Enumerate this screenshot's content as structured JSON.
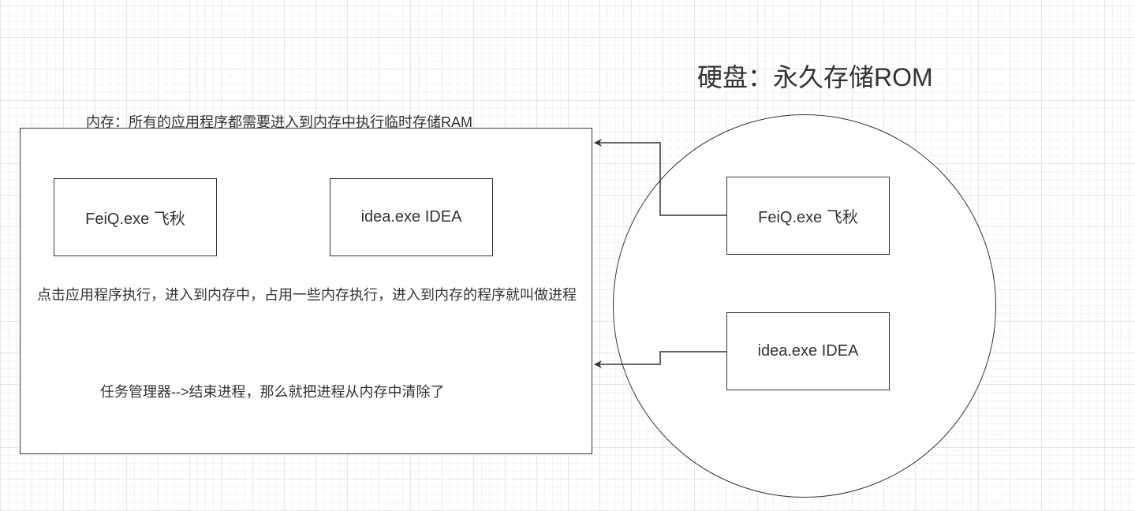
{
  "memory": {
    "title": "内存：所有的应用程序都需要进入到内存中执行临时存储RAM",
    "programs": [
      {
        "label": "FeiQ.exe 飞秋"
      },
      {
        "label": "idea.exe IDEA"
      }
    ],
    "process_note": "点击应用程序执行，进入到内存中，占用一些内存执行，进入到内存的程序就叫做进程",
    "kill_note": "任务管理器-->结束进程，那么就把进程从内存中清除了"
  },
  "disk": {
    "title": "硬盘：永久存储ROM",
    "programs": [
      {
        "label": "FeiQ.exe 飞秋"
      },
      {
        "label": "idea.exe IDEA"
      }
    ]
  },
  "colors": {
    "stroke": "#333333",
    "text": "#333333",
    "grid": "#e6e6e6"
  }
}
